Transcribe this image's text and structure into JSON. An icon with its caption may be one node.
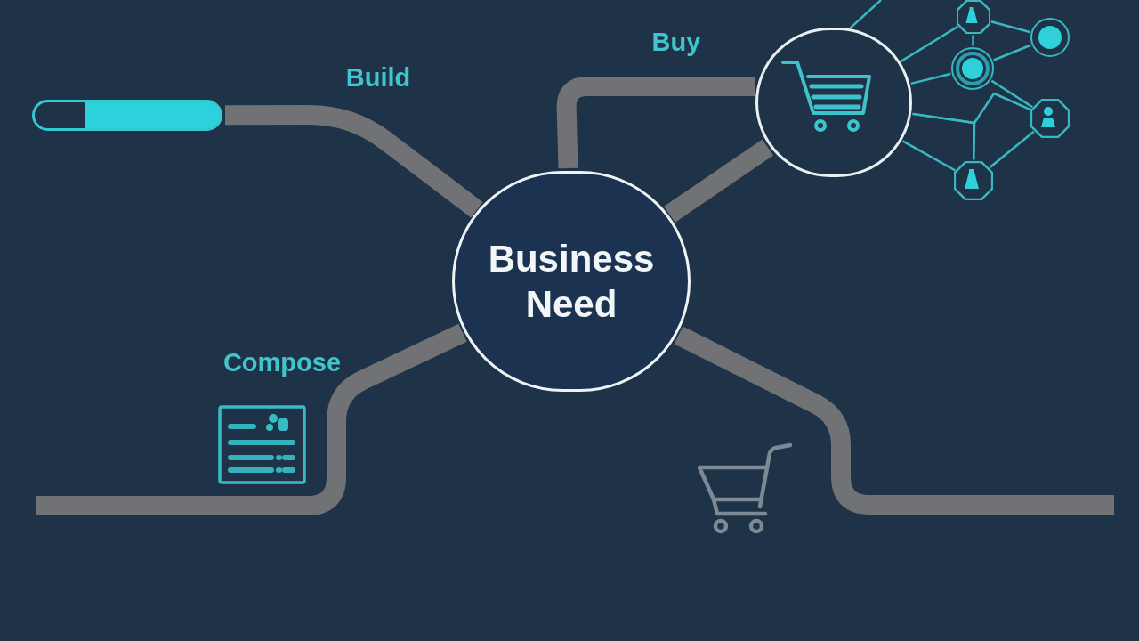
{
  "diagram": {
    "nodes": [
      {
        "text": [
          "Business Need"
        ]
      },
      {
        "text": [],
        "shape": "circle"
      },
      {
        "text": [],
        "shape": "bar"
      },
      {
        "text": [],
        "shape": "octagon"
      },
      {
        "text": [],
        "shape": "circle"
      },
      {
        "text": [],
        "shape": "circle"
      },
      {
        "text": [],
        "shape": "octagon"
      },
      {
        "text": [],
        "shape": "octagon"
      }
    ],
    "edges": [
      {
        "from": 0,
        "to": 2,
        "arrow": "none",
        "label": "Build",
        "style": "thick",
        "color": "#707275"
      },
      {
        "from": 0,
        "to": 1,
        "arrow": "none",
        "label": "Buy",
        "style": "thick",
        "color": "#707275"
      },
      {
        "from": 0,
        "to": 1,
        "arrow": "none",
        "style": "thick",
        "color": "#707275"
      },
      {
        "from": 0,
        "to": null,
        "arrow": "none",
        "label": "Compose",
        "style": "thick",
        "color": "#707275"
      },
      {
        "from": 0,
        "to": null,
        "arrow": "none",
        "style": "thick",
        "color": "#707275"
      },
      {
        "from": 1,
        "to": 3,
        "arrow": "none"
      },
      {
        "from": 1,
        "to": 5,
        "arrow": "none"
      },
      {
        "from": 1,
        "to": 6,
        "arrow": "none"
      },
      {
        "from": 1,
        "to": 7,
        "arrow": "none"
      },
      {
        "from": 1,
        "to": 7,
        "arrow": "none"
      },
      {
        "from": 3,
        "to": 4,
        "arrow": "none"
      },
      {
        "from": 3,
        "to": 5,
        "arrow": "none"
      },
      {
        "from": 5,
        "to": 4,
        "arrow": "none"
      },
      {
        "from": 5,
        "to": 6,
        "arrow": "none"
      },
      {
        "from": 7,
        "to": 6,
        "arrow": "none"
      },
      {
        "from": 1,
        "to": null,
        "arrow": "none"
      }
    ]
  }
}
